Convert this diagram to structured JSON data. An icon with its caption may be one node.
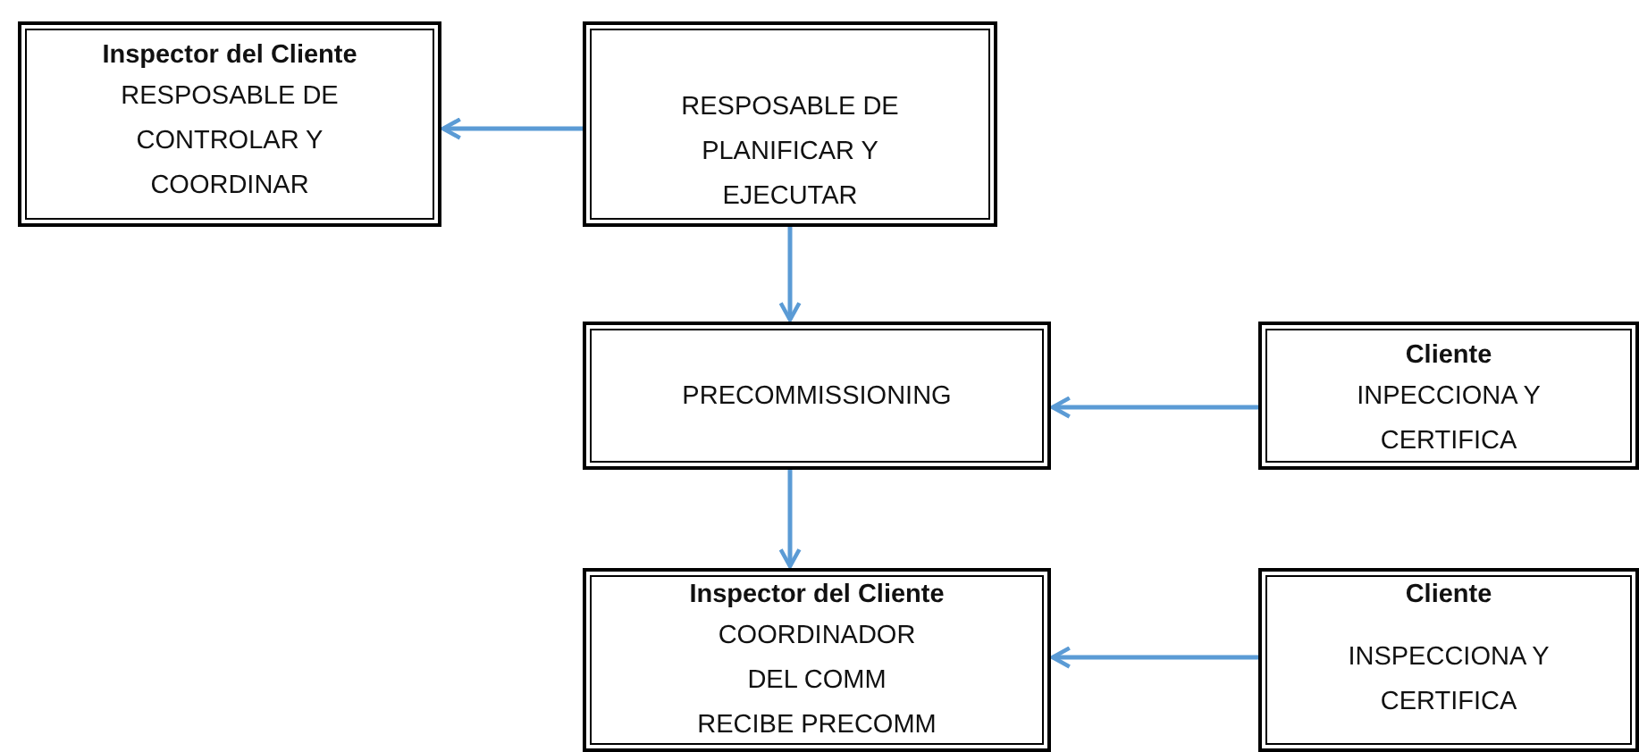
{
  "diagram": {
    "nodes": [
      {
        "text": [
          "Inspector del Cliente",
          "RESPOSABLE DE CONTROLAR Y COORDINAR"
        ]
      },
      {
        "text": [
          "RESPOSABLE DE PLANIFICAR Y EJECUTAR"
        ]
      },
      {
        "text": [
          "PRECOMMISSIONING"
        ]
      },
      {
        "text": [
          "Cliente",
          "INPECCIONA Y CERTIFICA"
        ]
      },
      {
        "text": [
          "Inspector del Cliente",
          "COORDINADOR DEL COMM",
          "RECIBE PRECOMM"
        ]
      },
      {
        "text": [
          "Cliente",
          "INSPECCIONA Y CERTIFICA"
        ]
      }
    ],
    "edges": [
      {
        "from": 1,
        "to": 0,
        "arrow": "to"
      },
      {
        "from": 1,
        "to": 2,
        "arrow": "to"
      },
      {
        "from": 3,
        "to": 2,
        "arrow": "to"
      },
      {
        "from": 2,
        "to": 4,
        "arrow": "to"
      },
      {
        "from": 5,
        "to": 4,
        "arrow": "to"
      }
    ]
  }
}
